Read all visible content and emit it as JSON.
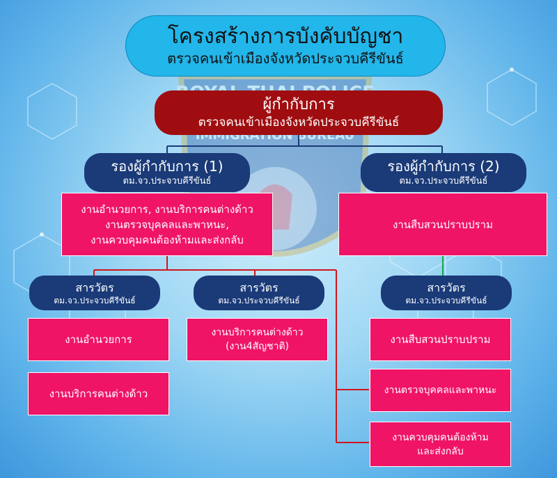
{
  "title": {
    "line1": "โครงสร้างการบังคับบัญชา",
    "line2": "ตรวจคนเข้าเมืองจังหวัดประจวบคีรีขันธ์"
  },
  "emblem": {
    "top_text": "ROYAL THAI POLICE",
    "mid_text": "IMMIGRATION BUREAU"
  },
  "chief": {
    "title": "ผู้กำกับการ",
    "subtitle": "ตรวจคนเข้าเมืองจังหวัดประจวบคีรีขันธ์"
  },
  "deputy1": {
    "title": "รองผู้กำกับการ (1)",
    "subtitle": "ตม.จว.ประจวบคีรีขันธ์",
    "duties": [
      "งานอำนวยการ, งานบริการคนต่างด้าว",
      "งานตรวจบุคคลและพาหนะ,",
      "งานควบคุมคนต้องห้ามและส่งกลับ"
    ]
  },
  "deputy2": {
    "title": "รองผู้กำกับการ (2)",
    "subtitle": "ตม.จว.ประจวบคีรีขันธ์",
    "duty": "งานสืบสวนปราบปราม"
  },
  "inspectors": [
    {
      "title": "สารวัตร",
      "subtitle": "ตม.จว.ประจวบคีรีขันธ์",
      "units": [
        "งานอำนวยการ",
        "งานบริการคนต่างด้าว"
      ]
    },
    {
      "title": "สารวัตร",
      "subtitle": "ตม.จว.ประจวบคีรีขันธ์",
      "units": [
        "งานบริการคนต่างด้าว",
        "(งาน4สัญชาติ)"
      ]
    },
    {
      "title": "สารวัตร",
      "subtitle": "ตม.จว.ประจวบคีรีขันธ์",
      "units": [
        "งานสืบสวนปราบปราม",
        "งานตรวจบุคคลและพาหนะ",
        "งานควบคุมคนต้องห้าม",
        "และส่งกลับ"
      ]
    }
  ],
  "colors": {
    "title_bg": "#22b6ea",
    "chief_bg": "#a00d10",
    "navy": "#1a3a78",
    "pink": "#f01467",
    "connector_red": "#d0141a",
    "connector_green": "#1aa24a"
  }
}
